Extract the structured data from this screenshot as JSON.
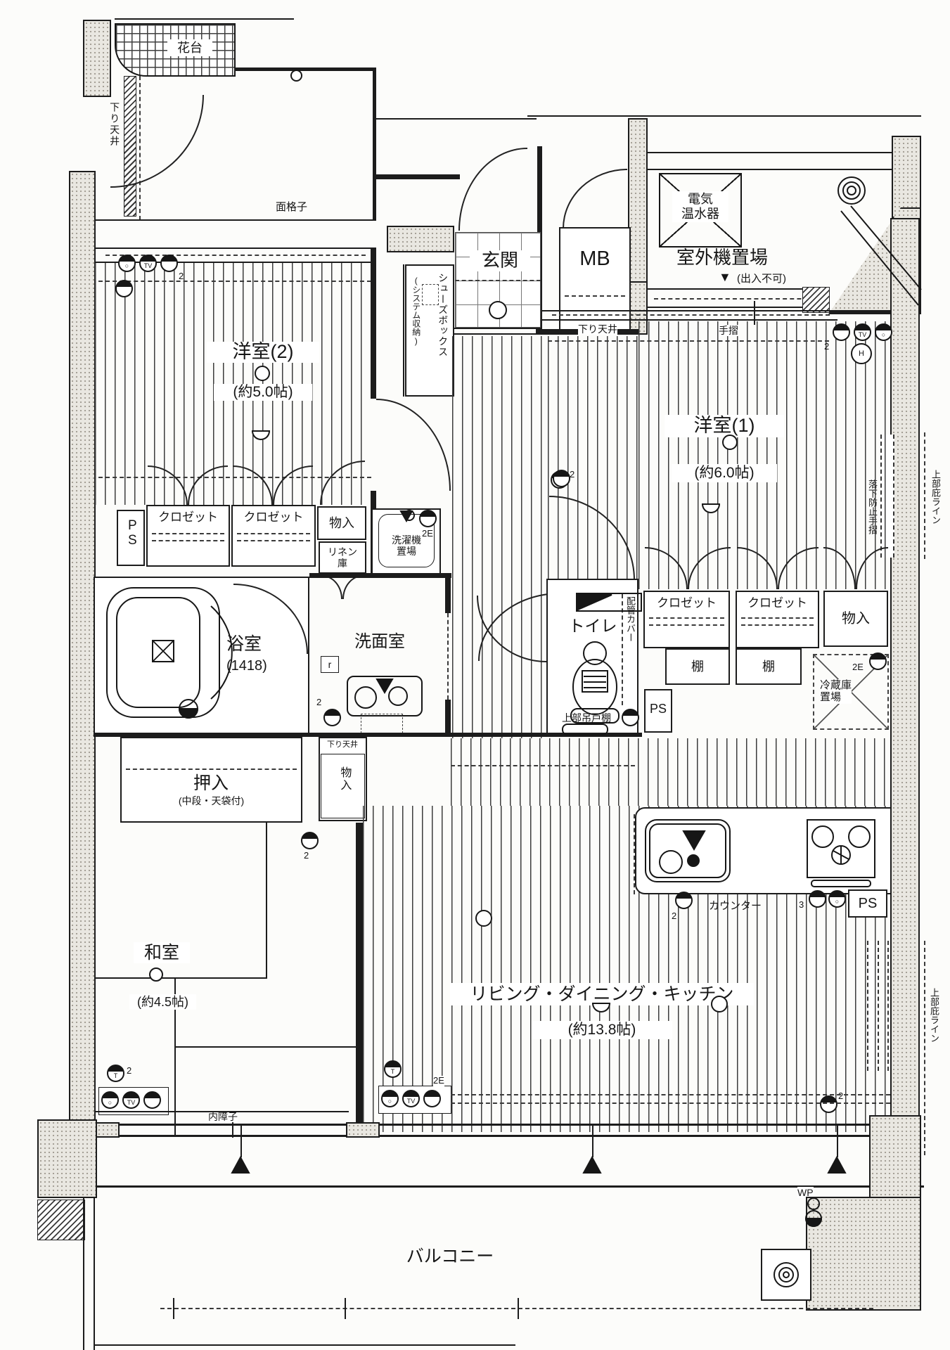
{
  "rooms": {
    "western2": {
      "name": "洋室(2)",
      "size": "(約5.0帖)"
    },
    "western1": {
      "name": "洋室(1)",
      "size": "(約6.0帖)"
    },
    "japanese": {
      "name": "和室",
      "size": "(約4.5帖)"
    },
    "ldk": {
      "name": "リビング・ダイニング・キッチン",
      "size": "(約13.8帖)"
    },
    "entrance": {
      "name": "玄関"
    },
    "bathroom": {
      "name": "浴室",
      "size": "(1418)"
    },
    "washroom": {
      "name": "洗面室"
    },
    "toilet": {
      "name": "トイレ"
    },
    "balcony": {
      "name": "バルコニー"
    },
    "outdoor_unit": {
      "name": "室外機置場",
      "note": "(出入不可)"
    }
  },
  "storage": {
    "closet": "クロゼット",
    "oshiire": "押入",
    "oshiire_note": "(中段・天袋付)",
    "mono_ire": "物入",
    "linen_line1": "リネン",
    "linen_line2": "庫",
    "shelf": "棚",
    "shoebox_line1": "シューズボックス",
    "shoebox_line2": "(システム収納)",
    "upper_cabinet": "上部吊戸棚"
  },
  "equipment": {
    "water_heater_line1": "電気",
    "water_heater_line2": "温水器",
    "washer_line1": "洗濯機",
    "washer_line2": "置場",
    "fridge_line1": "冷蔵庫",
    "fridge_line2": "置場",
    "counter": "カウンター",
    "meter_box": "MB",
    "pipe_space": "PS",
    "pipe_cover": "配管カバー",
    "water_proof": "WP"
  },
  "annotations": {
    "flower_stand": "花台",
    "lowered_ceiling": "下り天井",
    "window_grille": "面格子",
    "handrail": "手摺",
    "fall_prevention_rail": "落下防止手摺",
    "eave_line": "上部庇ライン",
    "inner_shoji": "内障子"
  },
  "codes": {
    "two": "2",
    "three": "3",
    "two_e": "2E",
    "tv": "TV",
    "h": "H",
    "t": "T",
    "r": "r",
    "maru": "○"
  }
}
